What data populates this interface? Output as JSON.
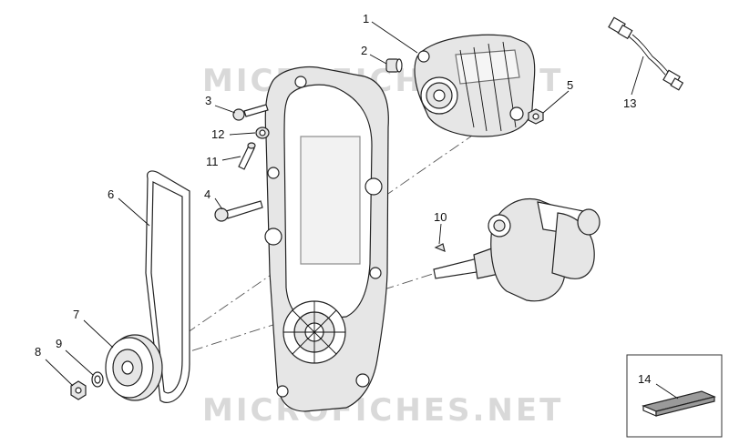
{
  "watermark": {
    "top": "MICROFICHES.NET",
    "bottom": "MICROFICHES.NET"
  },
  "callouts": {
    "c1": "1",
    "c2": "2",
    "c3": "3",
    "c4": "4",
    "c5": "5",
    "c6": "6",
    "c7": "7",
    "c8": "8",
    "c9": "9",
    "c10": "10",
    "c11": "11",
    "c12": "12",
    "c13": "13",
    "c14": "14"
  },
  "colors": {
    "line": "#222222",
    "shade": "#e6e6e6",
    "dark_pad": "#9a9a9a",
    "watermark": "#d9d9d9"
  }
}
